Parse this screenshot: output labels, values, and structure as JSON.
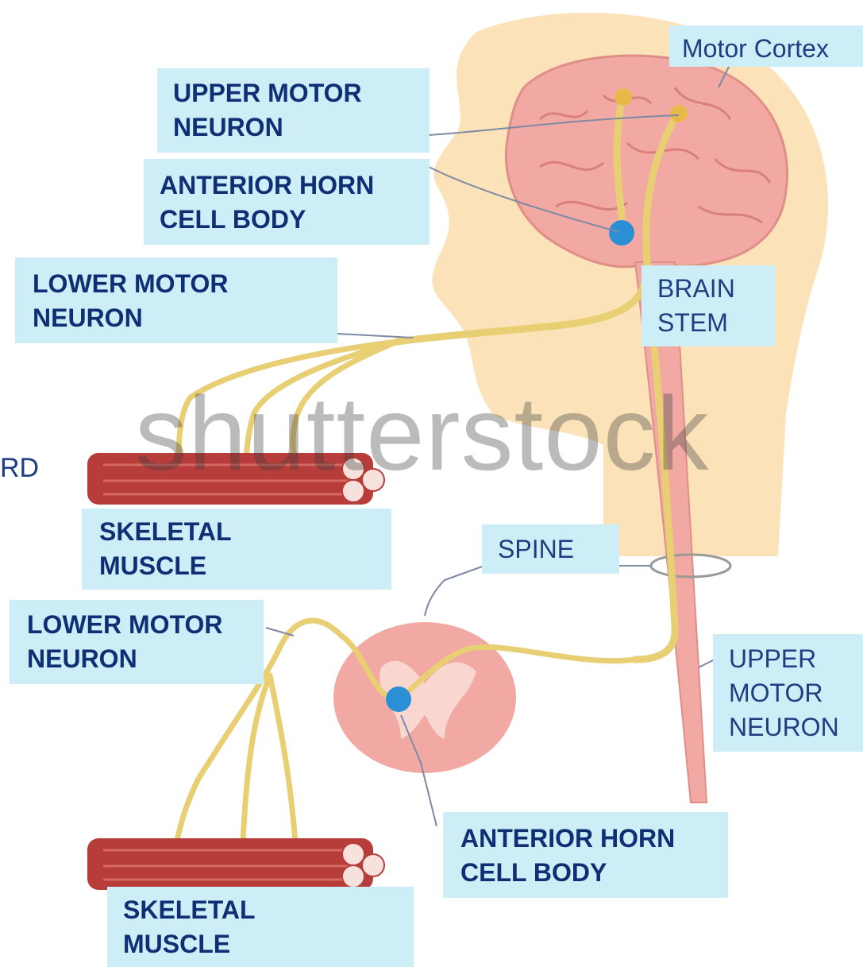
{
  "labels": {
    "motor_cortex": "Motor Cortex",
    "upper_motor_neuron_top": "UPPER MOTOR\nNEURON",
    "anterior_horn_top": "ANTERIOR HORN\nCELL BODY",
    "lower_motor_neuron_top": "LOWER MOTOR\nNEURON",
    "brain_stem": "BRAIN\nSTEM",
    "skeletal_muscle_top": "SKELETAL\nMUSCLE",
    "spine": "SPINE",
    "lower_motor_neuron_bottom": "LOWER MOTOR\nNEURON",
    "upper_motor_neuron_right": "UPPER\nMOTOR\nNEURON",
    "anterior_horn_bottom": "ANTERIOR HORN\nCELL BODY",
    "skeletal_muscle_bottom": "SKELETAL\nMUSCLE",
    "stray_text": "RD"
  },
  "watermark": "shutterstock",
  "colors": {
    "label_bg": "#cdeef7",
    "label_text": "#0e2f74",
    "skin": "#fbe2b8",
    "brain": "#f2a9a3",
    "nerve": "#e9cf74",
    "cell_body": "#2b8fd6",
    "muscle": "#b73d3a"
  }
}
